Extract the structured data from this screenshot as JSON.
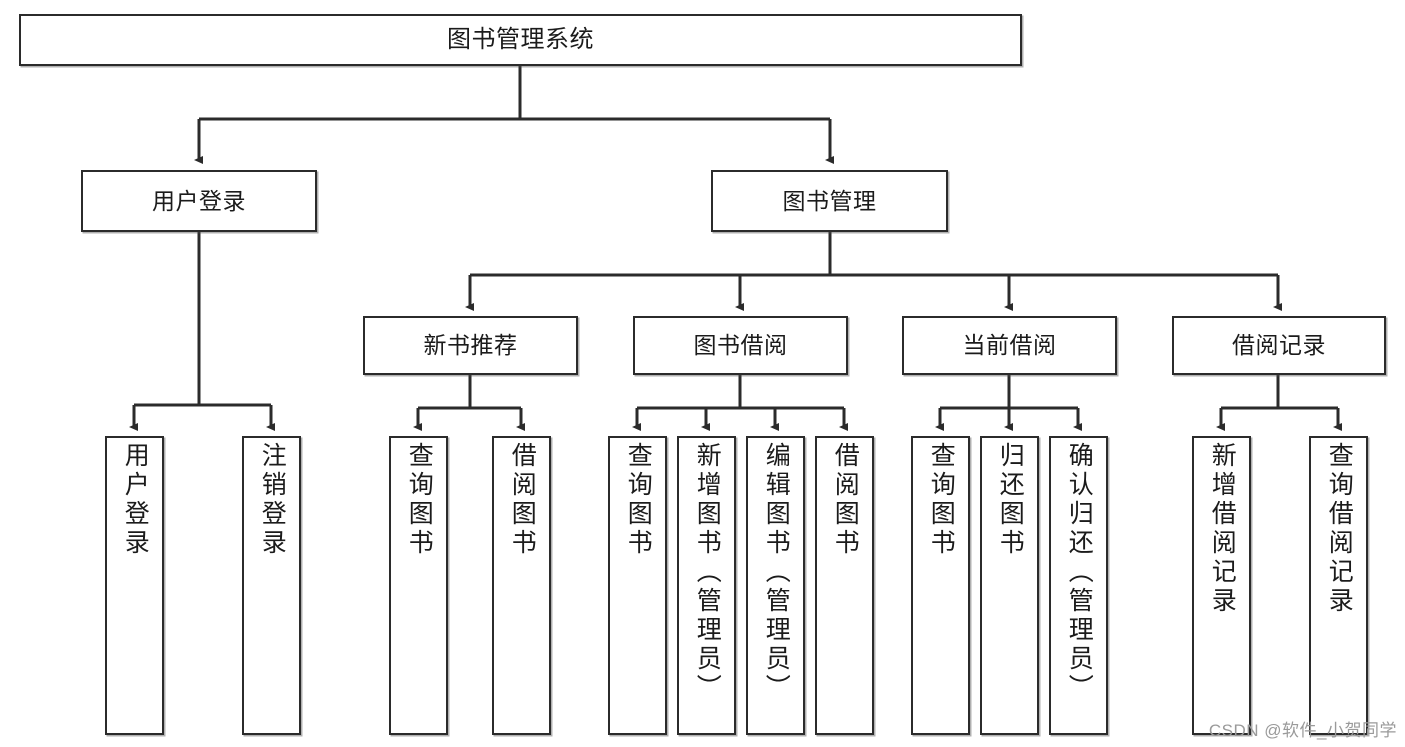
{
  "diagram": {
    "title": "图书管理系统",
    "type": "hierarchy-tree",
    "levels": 4,
    "root": {
      "id": "root",
      "label": "图书管理系统",
      "orientation": "horizontal"
    },
    "level2": [
      {
        "id": "user-login",
        "label": "用户登录",
        "orientation": "horizontal"
      },
      {
        "id": "book-manage",
        "label": "图书管理",
        "orientation": "horizontal"
      }
    ],
    "level3": [
      {
        "id": "new-book-rec",
        "label": "新书推荐",
        "parent": "book-manage",
        "orientation": "horizontal"
      },
      {
        "id": "book-borrow",
        "label": "图书借阅",
        "parent": "book-manage",
        "orientation": "horizontal"
      },
      {
        "id": "current-borrow",
        "label": "当前借阅",
        "parent": "book-manage",
        "orientation": "horizontal"
      },
      {
        "id": "borrow-record",
        "label": "借阅记录",
        "parent": "book-manage",
        "orientation": "horizontal"
      }
    ],
    "leaves": [
      {
        "id": "leaf-user-login",
        "label": "用户登录",
        "parent": "user-login",
        "orientation": "vertical"
      },
      {
        "id": "leaf-logout",
        "label": "注销登录",
        "parent": "user-login",
        "orientation": "vertical"
      },
      {
        "id": "leaf-query-book-1",
        "label": "查询图书",
        "parent": "new-book-rec",
        "orientation": "vertical"
      },
      {
        "id": "leaf-borrow-book-1",
        "label": "借阅图书",
        "parent": "new-book-rec",
        "orientation": "vertical"
      },
      {
        "id": "leaf-query-book-2",
        "label": "查询图书",
        "parent": "book-borrow",
        "orientation": "vertical"
      },
      {
        "id": "leaf-add-book",
        "label": "新增图书（管理员）",
        "parent": "book-borrow",
        "orientation": "vertical"
      },
      {
        "id": "leaf-edit-book",
        "label": "编辑图书（管理员）",
        "parent": "book-borrow",
        "orientation": "vertical"
      },
      {
        "id": "leaf-borrow-book-2",
        "label": "借阅图书",
        "parent": "book-borrow",
        "orientation": "vertical"
      },
      {
        "id": "leaf-query-book-3",
        "label": "查询图书",
        "parent": "current-borrow",
        "orientation": "vertical"
      },
      {
        "id": "leaf-return-book",
        "label": "归还图书",
        "parent": "current-borrow",
        "orientation": "vertical"
      },
      {
        "id": "leaf-confirm-return",
        "label": "确认归还（管理员）",
        "parent": "current-borrow",
        "orientation": "vertical"
      },
      {
        "id": "leaf-add-record",
        "label": "新增借阅记录",
        "parent": "borrow-record",
        "orientation": "vertical"
      },
      {
        "id": "leaf-query-record",
        "label": "查询借阅记录",
        "parent": "borrow-record",
        "orientation": "vertical"
      }
    ],
    "watermark": "CSDN @软件_小贺同学",
    "colors": {
      "stroke": "#2b2b2b",
      "fill": "#ffffff",
      "text": "#1b1b1b",
      "watermark": "#9a9a9a"
    }
  }
}
